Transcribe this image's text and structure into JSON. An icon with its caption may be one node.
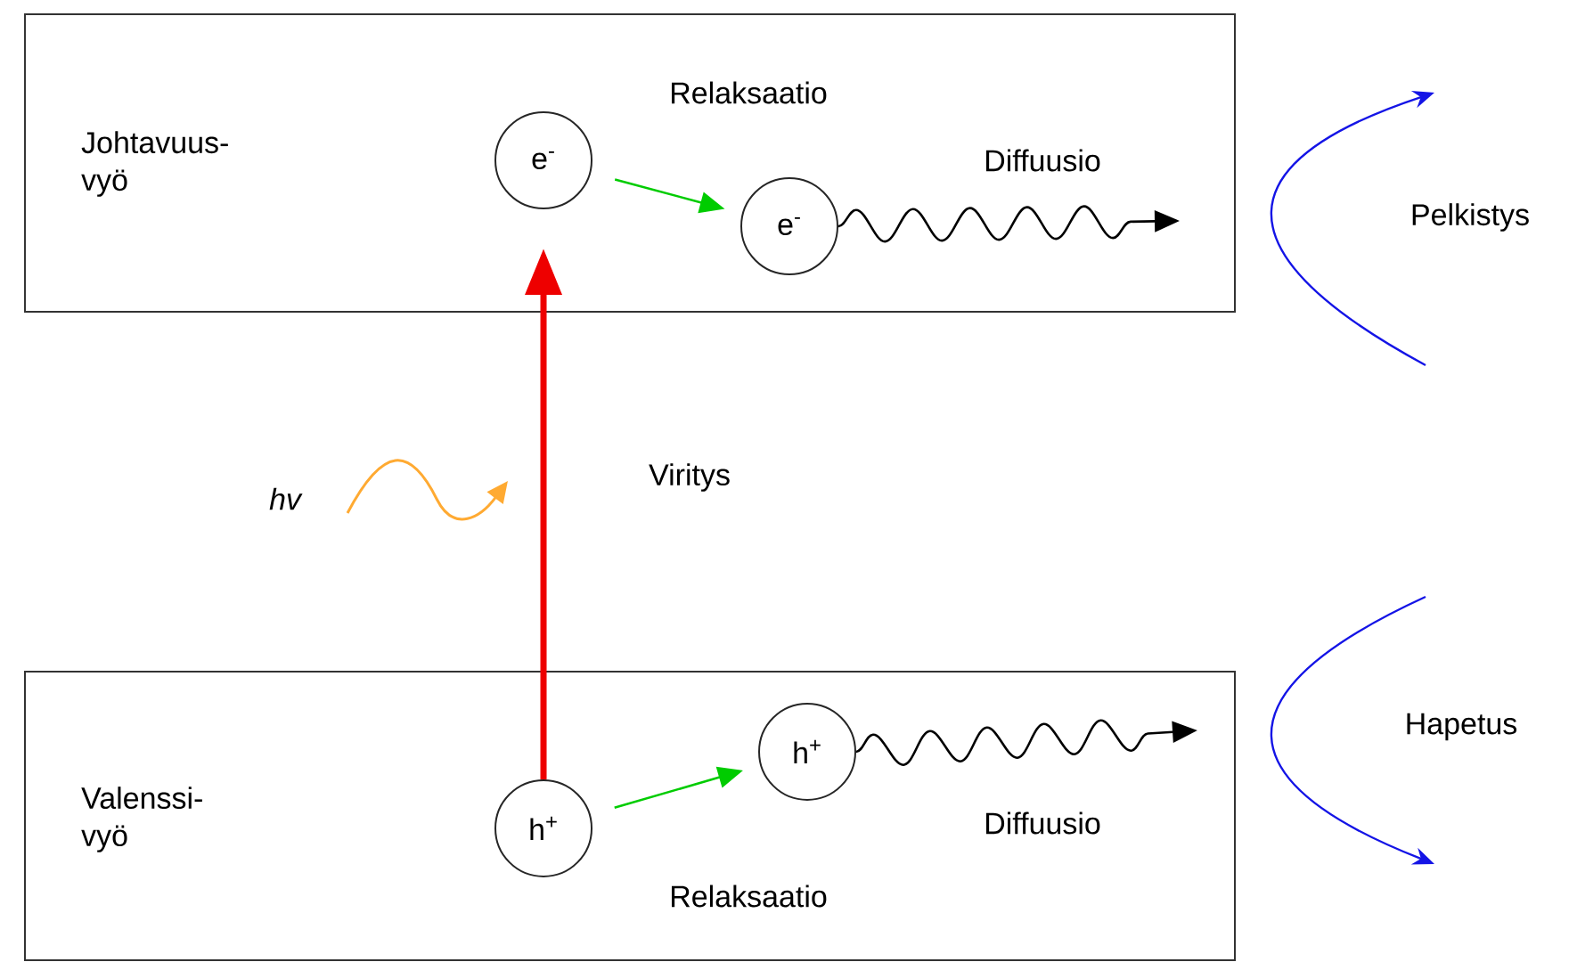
{
  "diagram": {
    "nodes": [
      {
        "text": [
          "Johtavuus- vyö"
        ]
      },
      {
        "text": [
          "e$^{-}$"
        ],
        "in": 0
      },
      {
        "text": [
          "e$^{-}$"
        ],
        "in": 0
      },
      {
        "text": [
          "Valenssi- vyö"
        ]
      },
      {
        "text": [
          "h$^{+}$"
        ],
        "in": 3
      },
      {
        "text": [
          "h$^{+}$"
        ],
        "in": 3
      }
    ],
    "edges": [
      {
        "from": 1,
        "to": 2,
        "arrow": "to",
        "label": "Relaksaatio",
        "color": "#00cc00"
      },
      {
        "from": 2,
        "to": null,
        "arrow": "to",
        "label": "Diffuusio",
        "color": "#000000"
      },
      {
        "from": 4,
        "to": 1,
        "arrow": "to",
        "label": "Viritys",
        "style": "thick",
        "color": "#ee0000"
      },
      {
        "from": 4,
        "to": 5,
        "arrow": "to",
        "label": "Relaksaatio",
        "color": "#00cc00"
      },
      {
        "from": 5,
        "to": null,
        "arrow": "to",
        "label": "Diffuusio",
        "color": "#000000"
      }
    ],
    "labels": [
      "hv",
      "Pelkistys",
      "Hapetus"
    ]
  }
}
